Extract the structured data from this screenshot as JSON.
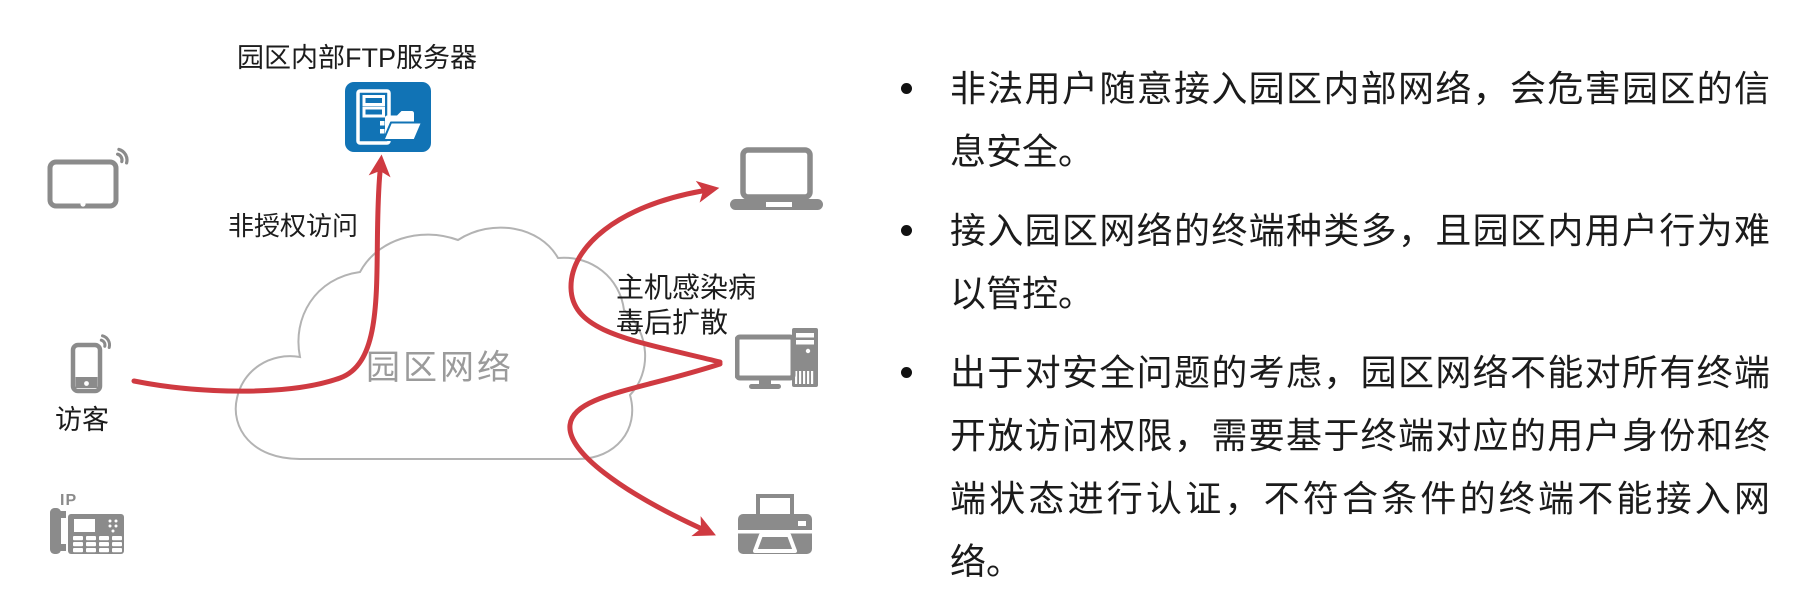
{
  "diagram": {
    "ftp_server_label": "园区内部FTP服务器",
    "unauthorized_access_label": "非授权访问",
    "visitor_label": "访客",
    "ip_phone_label": "IP",
    "cloud_label": "园区网络",
    "virus_spread_label": "主机感染病毒后扩散",
    "icons": [
      "tablet-icon",
      "phone-icon",
      "ip-phone-icon",
      "ftp-server-icon",
      "laptop-icon",
      "desktop-icon",
      "printer-icon"
    ],
    "colors": {
      "ftp_blue": "#1173b5",
      "arrow_red": "#cf3a41",
      "icon_gray": "#8b8b8b",
      "cloud_gray": "#b3b3b3",
      "cloud_text_gray": "#9b9b9b"
    }
  },
  "bullets": [
    "非法用户随意接入园区内部网络，会危害园区的信息安全。",
    "接入园区网络的终端种类多，且园区内用户行为难以管控。",
    "出于对安全问题的考虑，园区网络不能对所有终端开放访问权限，需要基于终端对应的用户身份和终端状态进行认证，不符合条件的终端不能接入网络。"
  ]
}
